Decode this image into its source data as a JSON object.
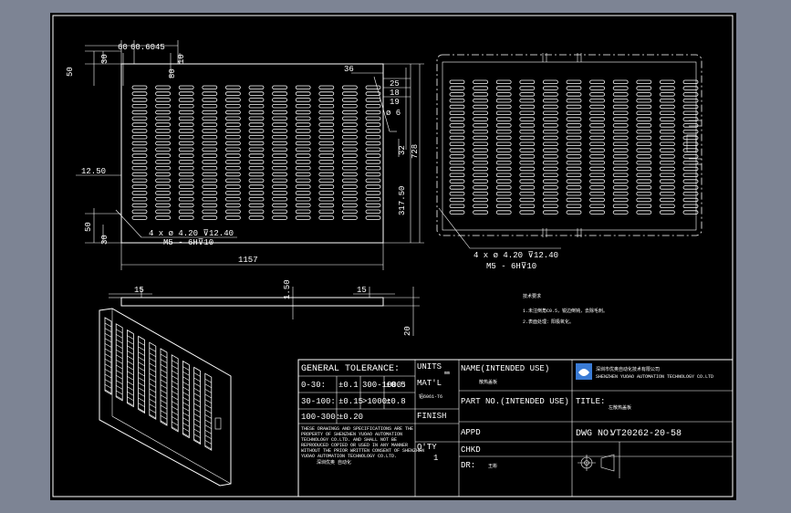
{
  "colors": {
    "background": "#7d8494",
    "sheet": "#000000",
    "lines": "#ffffff",
    "logo_blue": "#3a7bd5"
  },
  "front_view": {
    "dims": {
      "d60": "60",
      "d60045": "60.6045",
      "d50_top": "50",
      "d30_top": "30",
      "d80": "80",
      "d10": "10",
      "d36": "36",
      "d25": "25",
      "d18": "18",
      "d19": "19",
      "phi6": "ø 6",
      "d32": "32",
      "d728": "728",
      "d31750": "317.50",
      "d1250": "12.50",
      "d50_bot": "50",
      "d30_bot": "30",
      "hole_note_1": "4 x ø 4.20 ⊽12.40",
      "hole_note_2": "M5 - 6H⊽10",
      "width": "1157"
    }
  },
  "rear_view": {
    "hole_note_1": "4 x ø 4.20 ⊽12.40",
    "hole_note_2": "M5 - 6H⊽10"
  },
  "side_view": {
    "d15_left": "15",
    "d150": "1.50",
    "d15_right": "15",
    "d20": "20"
  },
  "tech_notes": {
    "heading": "技术要求",
    "line1": "1.未注倒角C0.5，锐边倒钝，去除毛刺。",
    "line2": "2.表面处理：阳极氧化。"
  },
  "title_block": {
    "general_tolerance": "GENERAL TOLERANCE:",
    "tol": [
      {
        "range": "0-30:",
        "val": "±0.1",
        "range2": "300-1000:",
        "val2": "±0.5"
      },
      {
        "range": "30-100:",
        "val": "±0.15",
        "range2": ">1000:",
        "val2": "±0.8"
      },
      {
        "range": "100-300:",
        "val": "±0.20",
        "range2": "",
        "val2": ""
      }
    ],
    "units_label": "UNITS",
    "units_value": "mm",
    "matl_label": "MAT'L",
    "matl_value": "铝6061-T6",
    "finish_label": "FINISH",
    "qty_label": "Q'TY",
    "qty_value": "1",
    "disclaimer": [
      "THESE DRAWINGS AND SPECIFICATIONS ARE THE",
      "PROPERTY OF SHENZHEN YUOAO AUTOMATION",
      "TECHNOLOGY CO.LTD. AND SHALL NOT BE",
      "REPRODUCED COPIED OR USED IN ANY MANNER",
      "WITHOUT THE PRIOR WRITTEN CONSENT OF SHENZHEN",
      "YUOAO AUTOMATION TECHNOLOGY CO.LTD.",
      "深圳优奥 自动化"
    ],
    "name_label": "NAME(INTENDED USE)",
    "name_value": "散热盖板",
    "partno_label": "PART NO.(INTENDED USE)",
    "appd_label": "APPD",
    "chkd_label": "CHKD",
    "dr_label": "DR:",
    "dr_value": "王彬",
    "company_cn": "深圳市优奥自动化技术有限公司",
    "company_en": "SHENZHEN YUOAO AUTOMATION TECHNOLOGY CO.LTD",
    "title_label": "TITLE:",
    "title_value": "左散热盖板",
    "dwg_label": "DWG NO:",
    "dwg_value": "VT20262-20-58"
  }
}
